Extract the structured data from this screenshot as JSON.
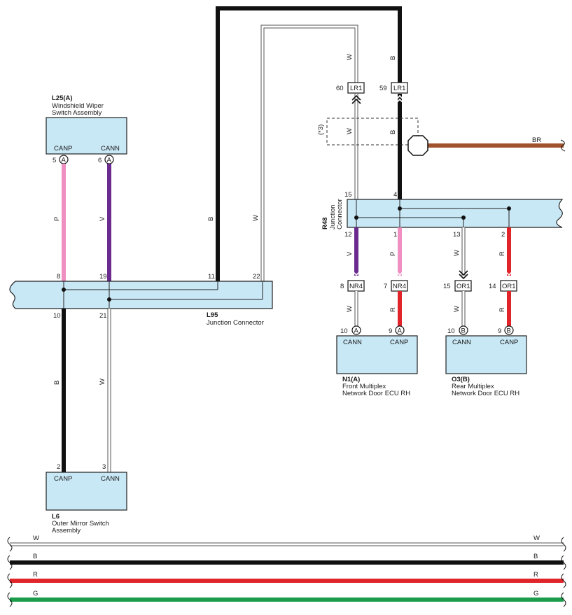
{
  "colors": {
    "component_fill": "#c9e8f6",
    "wire_black": "#111111",
    "wire_pink": "#ef8fc2",
    "wire_violet": "#6a2a8e",
    "wire_red": "#e0242a",
    "wire_green": "#1a9c4a",
    "wire_brown": "#a0522d",
    "wire_white": "#ffffff"
  },
  "components": {
    "l25": {
      "id": "L25(A)",
      "name_line1": "Windshield Wiper",
      "name_line2": "Switch Assembly",
      "term_left": "CANP",
      "term_right": "CANN",
      "pin_left": "5",
      "pin_right": "6",
      "conn_left": "A",
      "conn_right": "A"
    },
    "l95": {
      "id": "L95",
      "name": "Junction Connector",
      "pin_top_1": "8",
      "pin_top_2": "19",
      "pin_top_3": "11",
      "pin_top_4": "22",
      "pin_bot_1": "10",
      "pin_bot_2": "21"
    },
    "l6": {
      "id": "L6",
      "name_line1": "Outer Mirror Switch",
      "name_line2": "Assembly",
      "term_left": "CANP",
      "term_right": "CANN",
      "pin_left": "2",
      "pin_right": "3"
    },
    "r48": {
      "id": "R48",
      "name_line1": "Junction",
      "name_line2": "Connector",
      "pin_top_1": "15",
      "pin_top_2": "4",
      "pin_bot_1": "12",
      "pin_bot_2": "1",
      "pin_bot_3": "13",
      "pin_bot_4": "2"
    },
    "n1": {
      "id": "N1(A)",
      "name_line1": "Front Multiplex",
      "name_line2": "Network Door ECU RH",
      "term_left": "CANN",
      "term_right": "CANP",
      "pin_left": "10",
      "pin_right": "9",
      "conn_left": "A",
      "conn_right": "A"
    },
    "o3": {
      "id": "O3(B)",
      "name_line1": "Rear Multiplex",
      "name_line2": "Network Door ECU RH",
      "term_left": "CANN",
      "term_right": "CANP",
      "pin_left": "10",
      "pin_right": "9",
      "conn_left": "B",
      "conn_right": "B"
    }
  },
  "inline_connectors": {
    "lr1_w": {
      "label": "LR1",
      "pin": "60"
    },
    "lr1_b": {
      "label": "LR1",
      "pin": "59"
    },
    "nr4_w": {
      "label": "NR4",
      "pin": "8"
    },
    "nr4_r": {
      "label": "NR4",
      "pin": "7"
    },
    "or1_w": {
      "label": "OR1",
      "pin": "15"
    },
    "or1_r": {
      "label": "OR1",
      "pin": "14"
    }
  },
  "wire_labels": {
    "l25_canp": "P",
    "l25_cann": "V",
    "l95_b": "B",
    "l95_w": "W",
    "l6_b": "B",
    "l6_w": "W",
    "top_w": "W",
    "top_b": "B",
    "mid_w": "W",
    "mid_b": "B",
    "ground_br": "BR",
    "r48_12": "W",
    "r48_1": "R",
    "r48_13": "W",
    "r48_2": "R",
    "r48_12_up": "V",
    "r48_1_up": "P",
    "r48_13_up": "W",
    "r48_2_up": "R"
  },
  "note": "(*3)",
  "legend": [
    {
      "left": "W",
      "right": "W"
    },
    {
      "left": "B",
      "right": "B"
    },
    {
      "left": "R",
      "right": "R"
    },
    {
      "left": "G",
      "right": "G"
    }
  ]
}
